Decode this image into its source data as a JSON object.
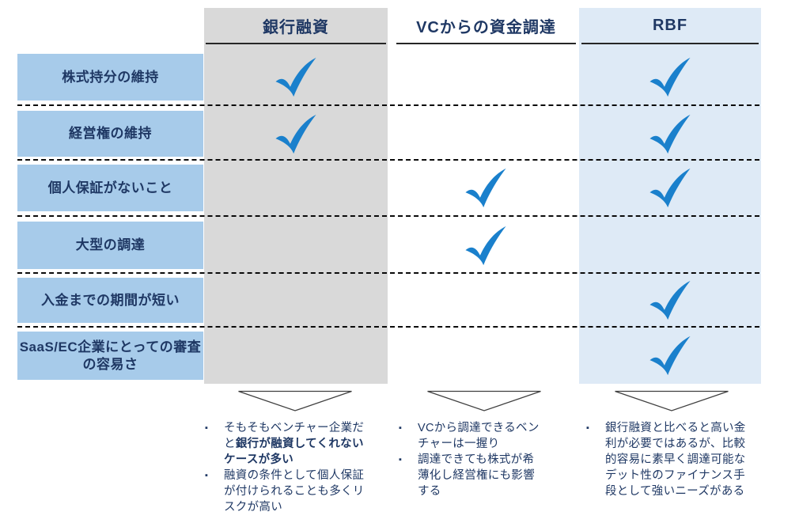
{
  "colors": {
    "navy": "#1F3864",
    "check-blue": "#1A80CC",
    "label-blue": "#A7CBEA",
    "bank-gray": "#D9D9D9",
    "rbf-blue": "#DEEAF6",
    "line-dark": "#262626"
  },
  "bullet_char": "▪",
  "icons": {
    "check": "blue checkmark glyph",
    "pointer": "white down-pointing triangle with dark outline"
  },
  "table": {
    "columns": [
      {
        "id": "bank",
        "label": "銀行融資"
      },
      {
        "id": "vc",
        "label": "VCからの資金調達"
      },
      {
        "id": "rbf",
        "label": "RBF"
      }
    ],
    "rows": [
      {
        "label": "株式持分の維持",
        "cells": {
          "bank": true,
          "vc": false,
          "rbf": true
        }
      },
      {
        "label": "経営権の維持",
        "cells": {
          "bank": true,
          "vc": false,
          "rbf": true
        }
      },
      {
        "label": "個人保証がないこと",
        "cells": {
          "bank": false,
          "vc": true,
          "rbf": true
        }
      },
      {
        "label": "大型の調達",
        "cells": {
          "bank": false,
          "vc": true,
          "rbf": false
        }
      },
      {
        "label": "入金までの期間が短い",
        "cells": {
          "bank": false,
          "vc": false,
          "rbf": true
        }
      },
      {
        "label": "SaaS/EC企業にとっての審査の容易さ",
        "cells": {
          "bank": false,
          "vc": false,
          "rbf": true
        }
      }
    ]
  },
  "notes": {
    "bank": {
      "bullet1_pre": "そもそもベンチャー企業だと",
      "bullet1_bold": "銀行が融資してくれないケースが多い",
      "bullet2": "融資の条件として個人保証が付けられることも多くリスクが高い"
    },
    "vc": {
      "bullet1": "VCから調達できるベンチャーは一握り",
      "bullet2": "調達できても株式が希薄化し経営権にも影響する"
    },
    "rbf": {
      "bullet1": "銀行融資と比べると高い金利が必要ではあるが、比較的容易に素早く調達可能なデット性のファイナンス手段として強いニーズがある"
    }
  }
}
